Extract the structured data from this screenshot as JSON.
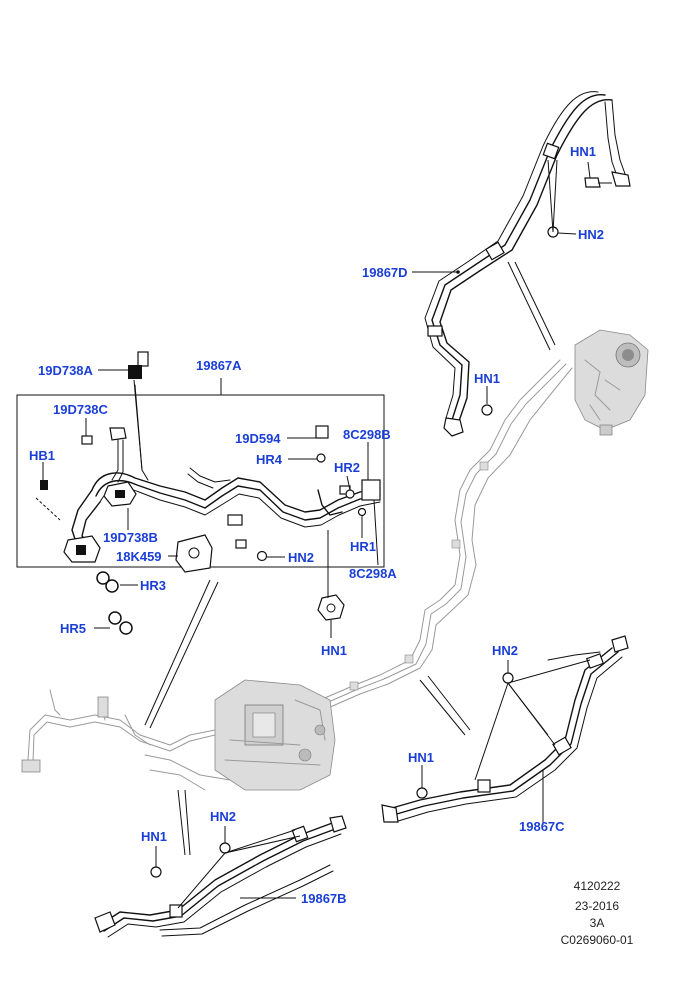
{
  "diagram": {
    "labels": {
      "hn1_top": "HN1",
      "hn2_top": "HN2",
      "p19867D": "19867D",
      "hn1_mid": "HN1",
      "p19D738A": "19D738A",
      "p19867A": "19867A",
      "p19D738C": "19D738C",
      "p19D594": "19D594",
      "p8C298B": "8C298B",
      "hr4": "HR4",
      "hr2": "HR2",
      "hb1": "HB1",
      "p19D738B": "19D738B",
      "p18K459": "18K459",
      "hn2_box": "HN2",
      "hr1": "HR1",
      "p8C298A": "8C298A",
      "hr3": "HR3",
      "hr5": "HR5",
      "hn1_box": "HN1",
      "hn2_right": "HN2",
      "hn1_right": "HN1",
      "p19867C": "19867C",
      "hn1_bottom": "HN1",
      "hn2_bottom": "HN2",
      "p19867B": "19867B"
    },
    "reference": {
      "line1": "4120222",
      "line2": "23-2016",
      "line3": "3A",
      "line4": "C0269060-01"
    }
  }
}
